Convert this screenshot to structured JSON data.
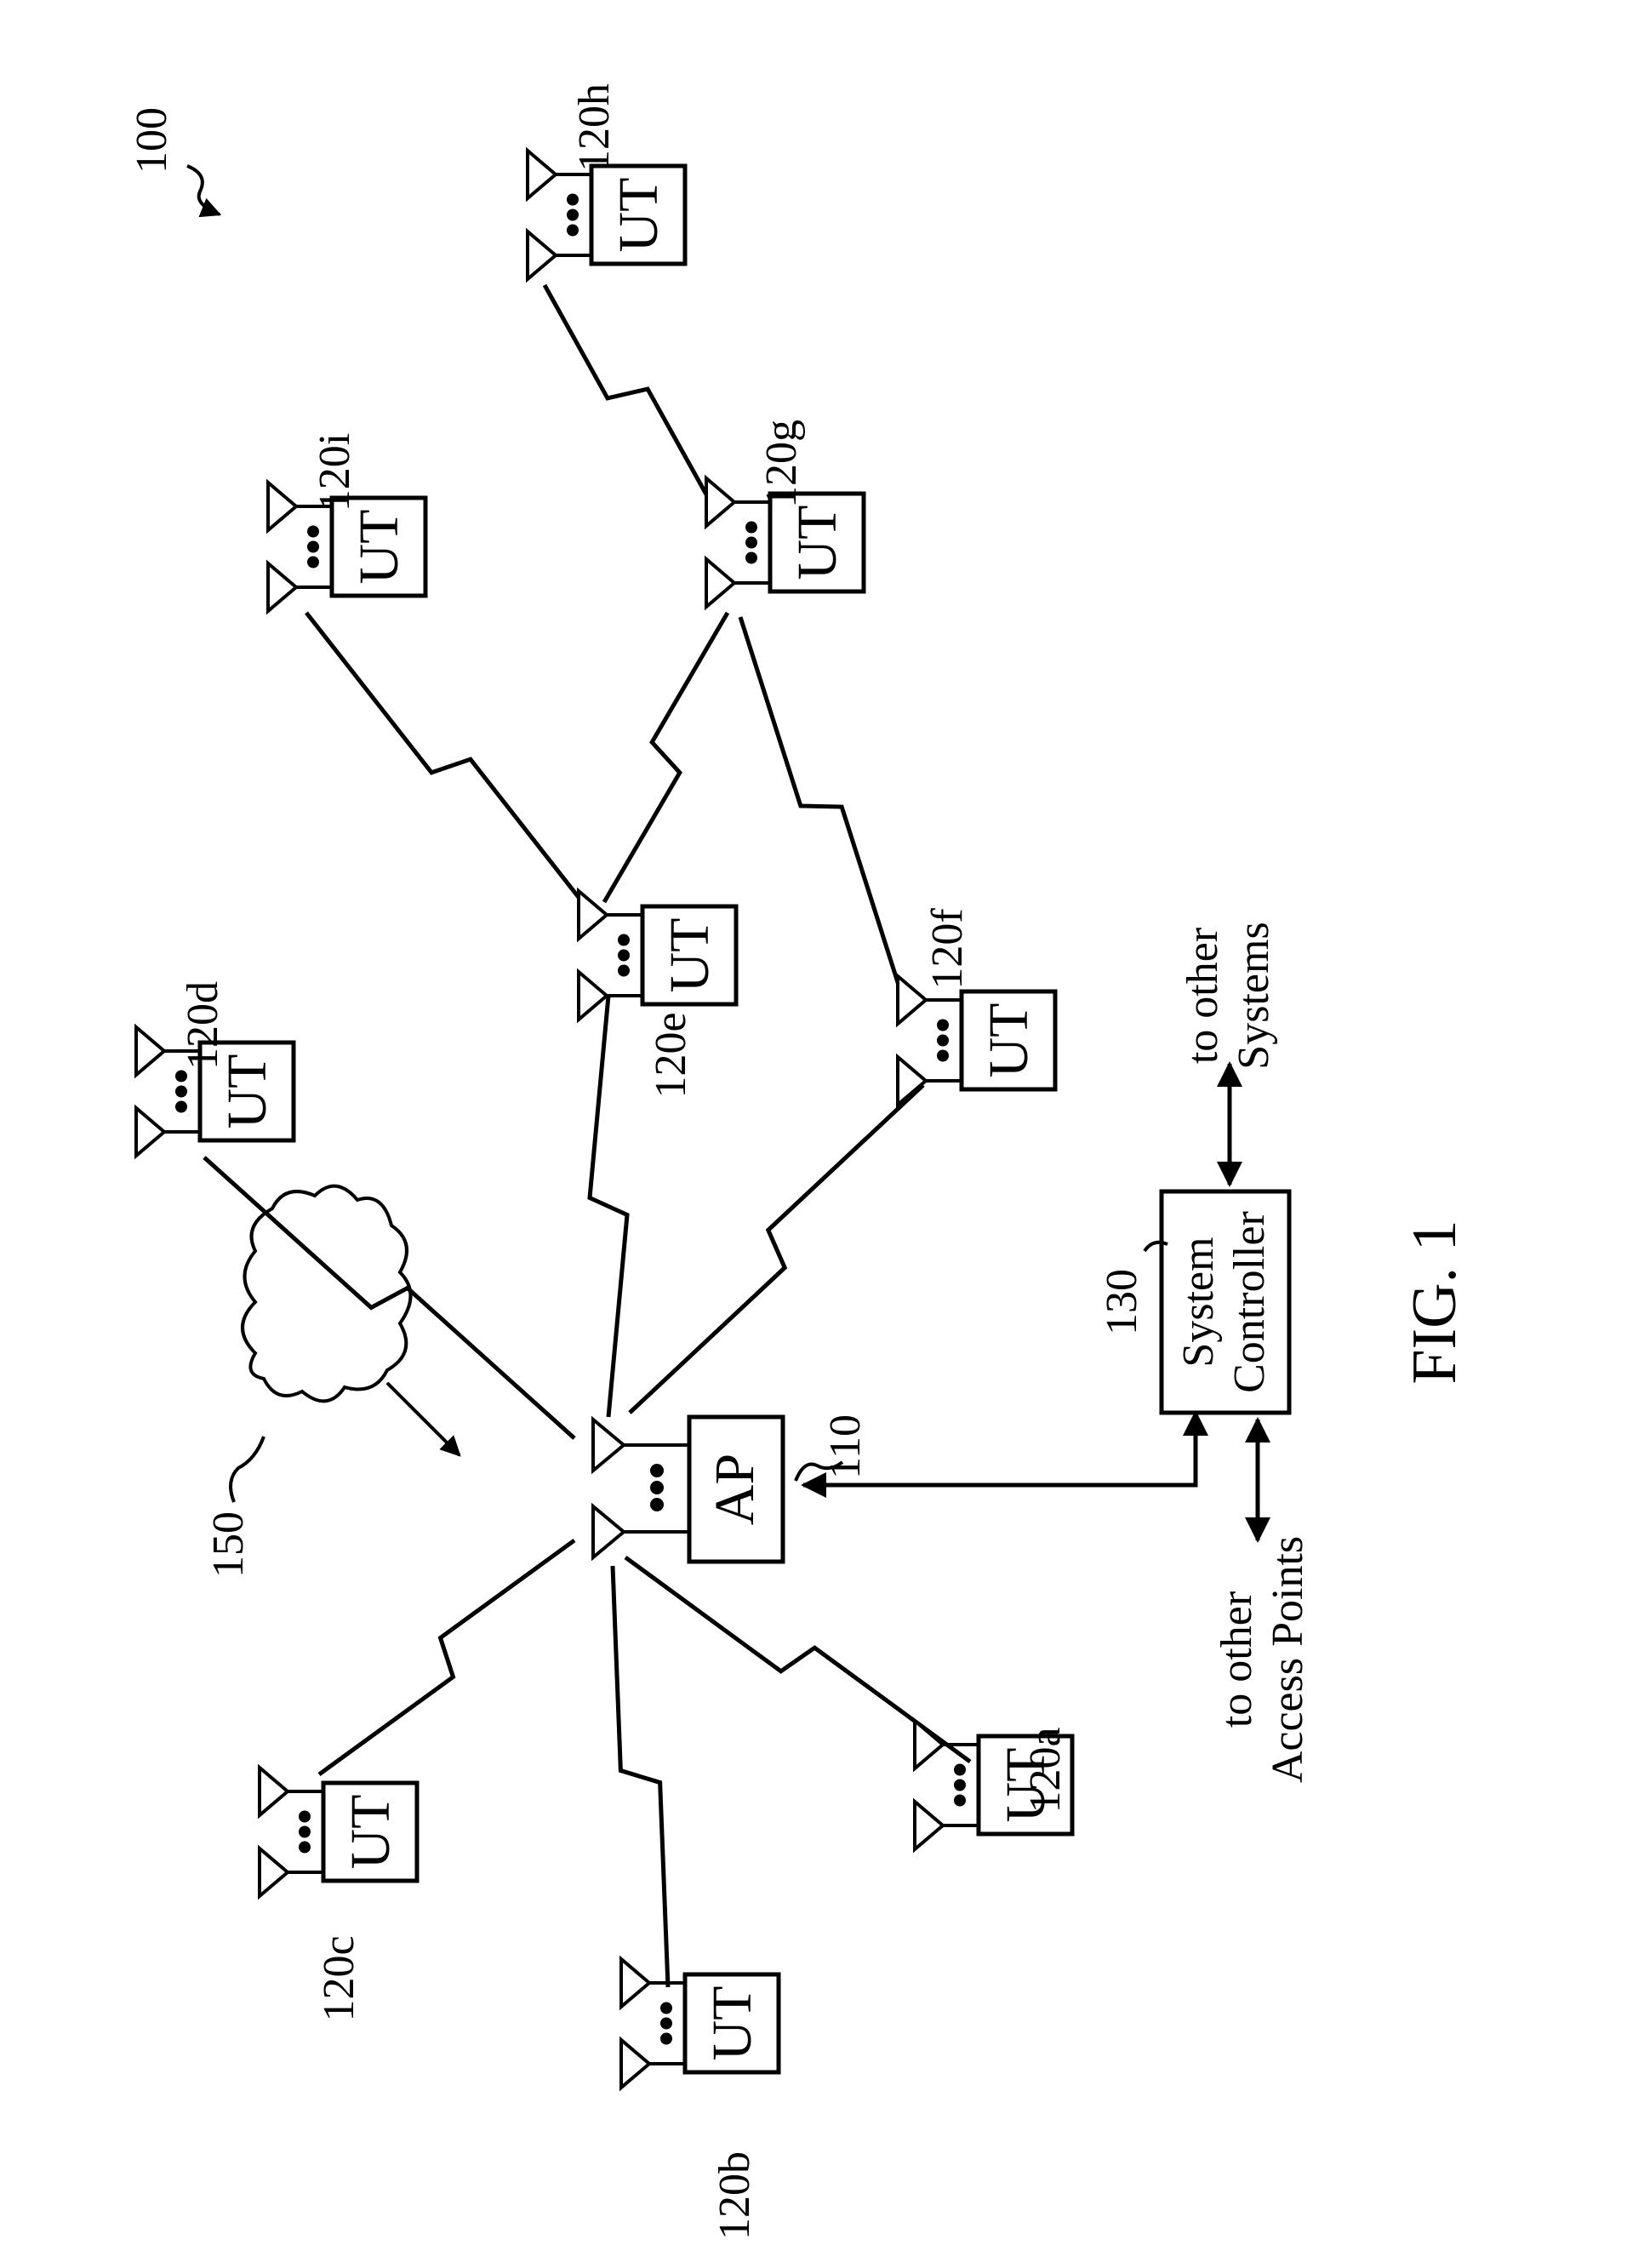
{
  "figure": {
    "caption": "FIG. 1",
    "system_ref": "100"
  },
  "access_point": {
    "label": "AP",
    "ref": "110"
  },
  "system_controller": {
    "label_line1": "System",
    "label_line2": "Controller",
    "ref": "130"
  },
  "cloud": {
    "ref": "150"
  },
  "terminals": [
    {
      "id": "a",
      "label": "UT",
      "ref": "120a"
    },
    {
      "id": "b",
      "label": "UT",
      "ref": "120b"
    },
    {
      "id": "c",
      "label": "UT",
      "ref": "120c"
    },
    {
      "id": "d",
      "label": "UT",
      "ref": "120d"
    },
    {
      "id": "e",
      "label": "UT",
      "ref": "120e"
    },
    {
      "id": "f",
      "label": "UT",
      "ref": "120f"
    },
    {
      "id": "g",
      "label": "UT",
      "ref": "120g"
    },
    {
      "id": "h",
      "label": "UT",
      "ref": "120h"
    },
    {
      "id": "i",
      "label": "UT",
      "ref": "120i"
    }
  ],
  "links": [
    {
      "from": "AP",
      "to": "a"
    },
    {
      "from": "AP",
      "to": "b"
    },
    {
      "from": "AP",
      "to": "c"
    },
    {
      "from": "AP",
      "to": "d"
    },
    {
      "from": "AP",
      "to": "e"
    },
    {
      "from": "AP",
      "to": "f"
    },
    {
      "from": "e",
      "to": "i"
    },
    {
      "from": "e",
      "to": "g"
    },
    {
      "from": "f",
      "to": "g"
    },
    {
      "from": "g",
      "to": "h"
    }
  ],
  "external": {
    "access_points_line1": "to other",
    "access_points_line2": "Access Points",
    "systems_line1": "to other",
    "systems_line2": "Systems"
  }
}
